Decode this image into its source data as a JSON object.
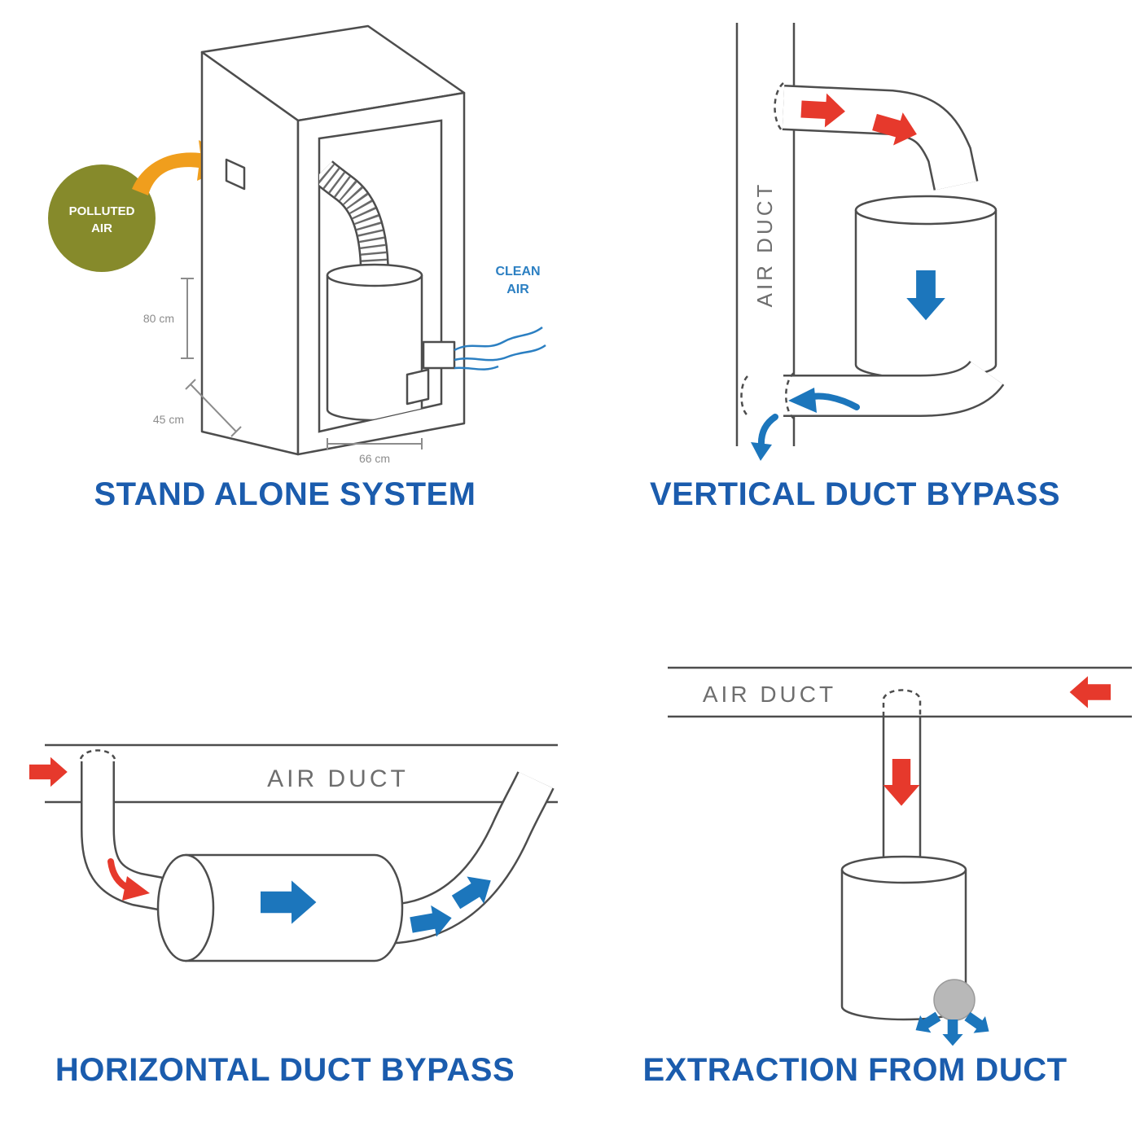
{
  "colors": {
    "title": "#1b5cad",
    "arrow_red": "#e6392c",
    "arrow_blue": "#1c76bc",
    "arrow_orange": "#f09e1d",
    "polluted_olive": "#868a2b",
    "line_gray": "#4d4d4d",
    "duct_label_gray": "#6e6e6e",
    "dimension_gray": "#8c8c8c",
    "clean_air_blue": "#2b7fc2"
  },
  "panels": {
    "stand_alone": {
      "title": "STAND ALONE SYSTEM",
      "polluted_line1": "POLLUTED",
      "polluted_line2": "AIR",
      "clean_line1": "CLEAN",
      "clean_line2": "AIR",
      "dim_height": "80 cm",
      "dim_depth": "45 cm",
      "dim_width": "66 cm"
    },
    "vertical_bypass": {
      "title": "VERTICAL DUCT BYPASS",
      "duct_label": "AIR DUCT"
    },
    "horizontal_bypass": {
      "title": "HORIZONTAL DUCT BYPASS",
      "duct_label": "AIR DUCT"
    },
    "extraction": {
      "title": "EXTRACTION FROM DUCT",
      "duct_label": "AIR DUCT"
    }
  }
}
